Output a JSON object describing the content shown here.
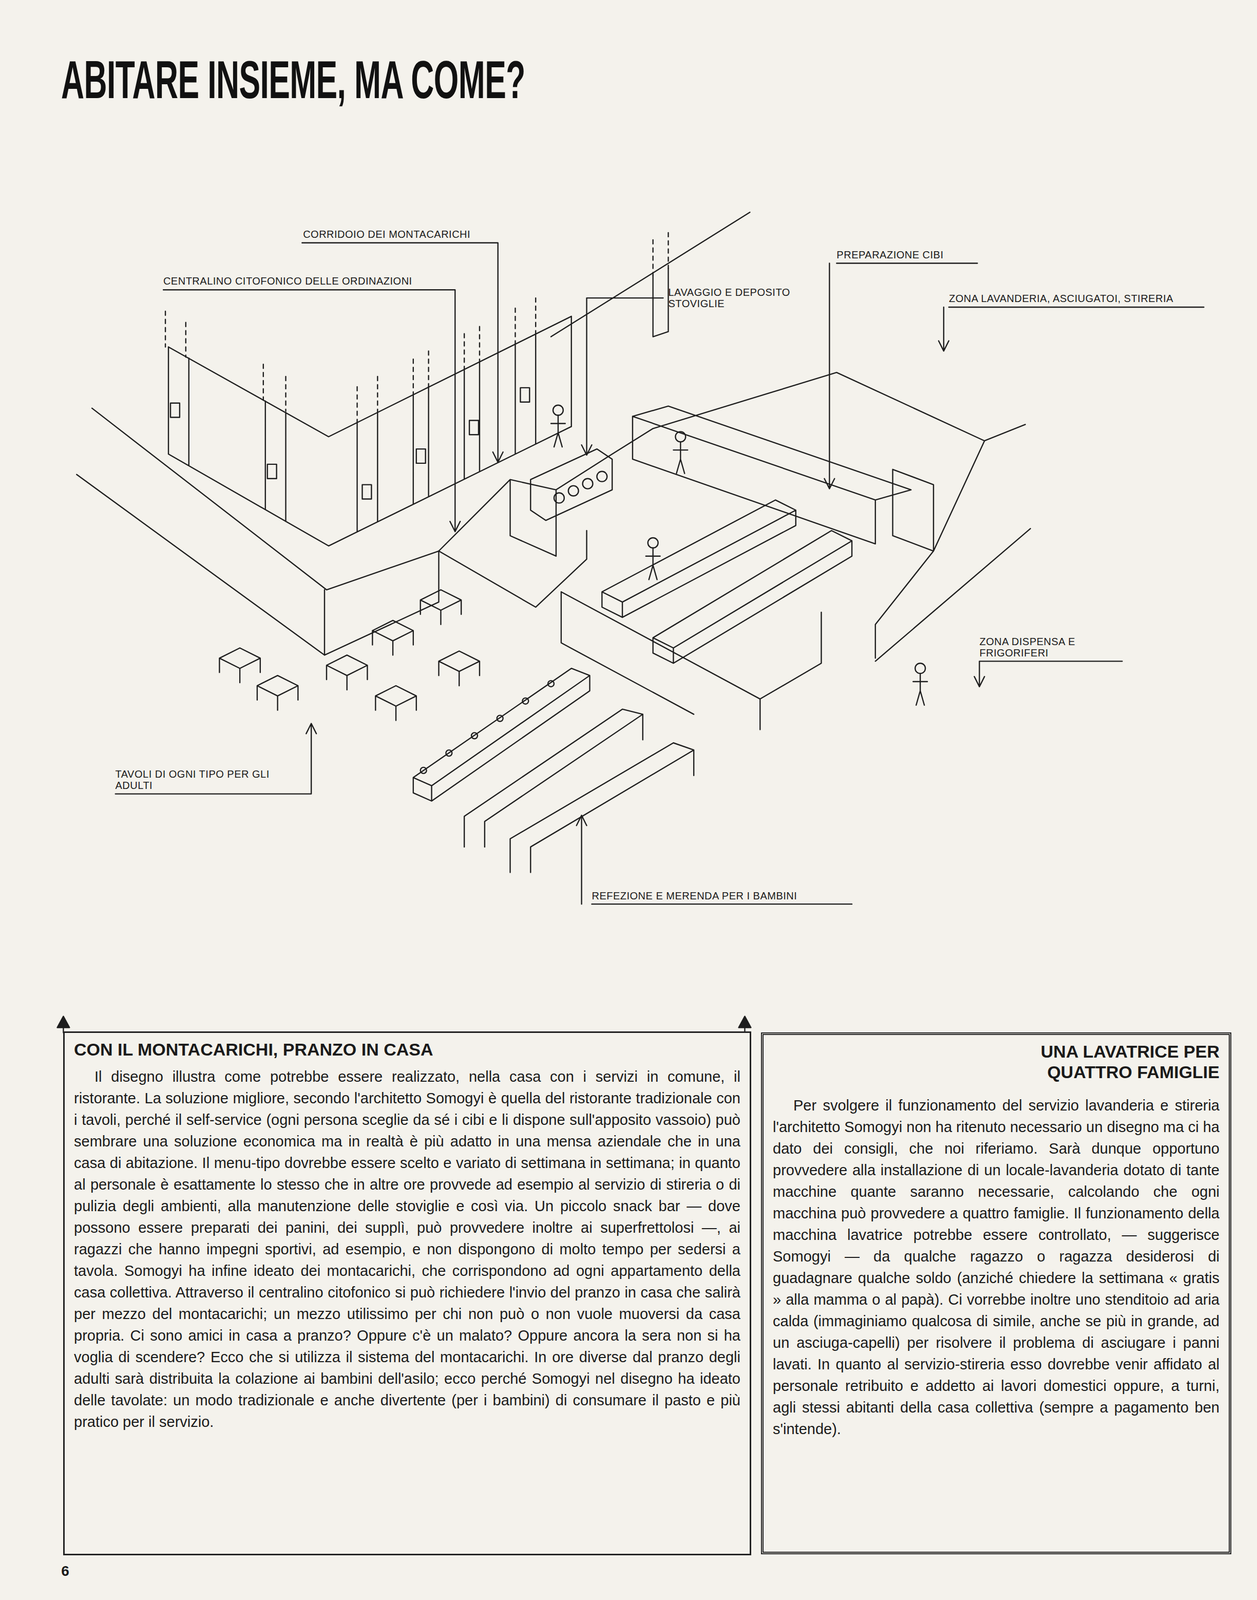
{
  "diagram": {
    "title": "ABITARE INSIEME, MA COME?",
    "nodes": [
      {
        "text": [
          "CON IL MONTACARICHI, PRANZO IN CASA",
          "Il disegno illustra come potrebbe essere realizzato, nella casa con i servizi in comune, il ristorante. La soluzione migliore, secondo l'architetto Somogyi è quella del ristorante tradizionale con i tavoli, perché il self-service (ogni persona sceglie da sé i cibi e li dispone sull'apposito vassoio) può sembrare una soluzione economica ma in realtà è più adatto in una mensa aziendale che in una casa di abitazione. Il menu-tipo dovrebbe essere scelto e variato di settimana in settimana; in quanto al personale è esattamente lo stesso che in altre ore provvede ad esempio al servizio di stireria o di pulizia degli ambienti, alla manutenzione delle stoviglie e così via. Un piccolo snack bar — dove possono essere preparati dei panini, dei supplì, può provvedere inoltre ai superfrettolosi —, ai ragazzi che hanno impegni sportivi, ad esempio, e non dispongono di molto tempo per sedersi a tavola. Somogyi ha infine ideato dei montacarichi, che corrispondono ad ogni appartamento della casa collettiva. Attraverso il centralino citofonico si può richiedere l'invio del pranzo in casa che salirà per mezzo del montacarichi; un mezzo utilissimo per chi non può o non vuole muoversi da casa propria. Ci sono amici in casa a pranzo? Oppure c'è un malato? Oppure ancora la sera non si ha voglia di scendere? Ecco che si utilizza il sistema del montacarichi. In ore diverse dal pranzo degli adulti sarà distribuita la colazione ai bambini dell'asilo; ecco perché Somogyi nel disegno ha ideato delle tavolate: un modo tradizionale e anche divertente (per i bambini) di consumare il pasto e più pratico per il servizio."
        ]
      },
      {
        "text": [
          "UNA LAVATRICE PER QUATTRO FAMIGLIE",
          "Per svolgere il funzionamento del servizio lavanderia e stireria l'architetto Somogyi non ha ritenuto necessario un disegno ma ci ha dato dei consigli, che noi riferiamo. Sarà dunque opportuno provvedere alla installazione di un locale-lavanderia dotato di tante macchine quante saranno necessarie, calcolando che ogni macchina può provvedere a quattro famiglie. Il funzionamento della macchina lavatrice potrebbe essere controllato, — suggerisce Somogyi — da qualche ragazzo o ragazza desiderosi di guadagnare qualche soldo (anziché chiedere la settimana « gratis » alla mamma o al papà). Ci vorrebbe inoltre uno stenditoio ad aria calda (immaginiamo qualcosa di simile, anche se più in grande, ad un asciuga-capelli) per risolvere il problema di asciugare i panni lavati. In quanto al servizio-stireria esso dovrebbe venir affidato al personale retribuito e addetto ai lavori domestici oppure, a turni, agli stessi abitanti della casa collettiva (sempre a pagamento ben s'intende)."
        ]
      }
    ],
    "labels": [
      "CORRIDOIO DEI MONTACARICHI",
      "CENTRALINO CITOFONICO DELLE ORDINAZIONI",
      "LAVAGGIO E DEPOSITO STOVIGLIE",
      "PREPARAZIONE CIBI",
      "ZONA LAVANDERIA, ASCIUGATOI, STIRERIA",
      "ZONA DISPENSA E FRIGORIFERI",
      "TAVOLI DI OGNI TIPO PER GLI ADULTI",
      "REFEZIONE E MERENDA PER I BAMBINI",
      "6"
    ]
  }
}
